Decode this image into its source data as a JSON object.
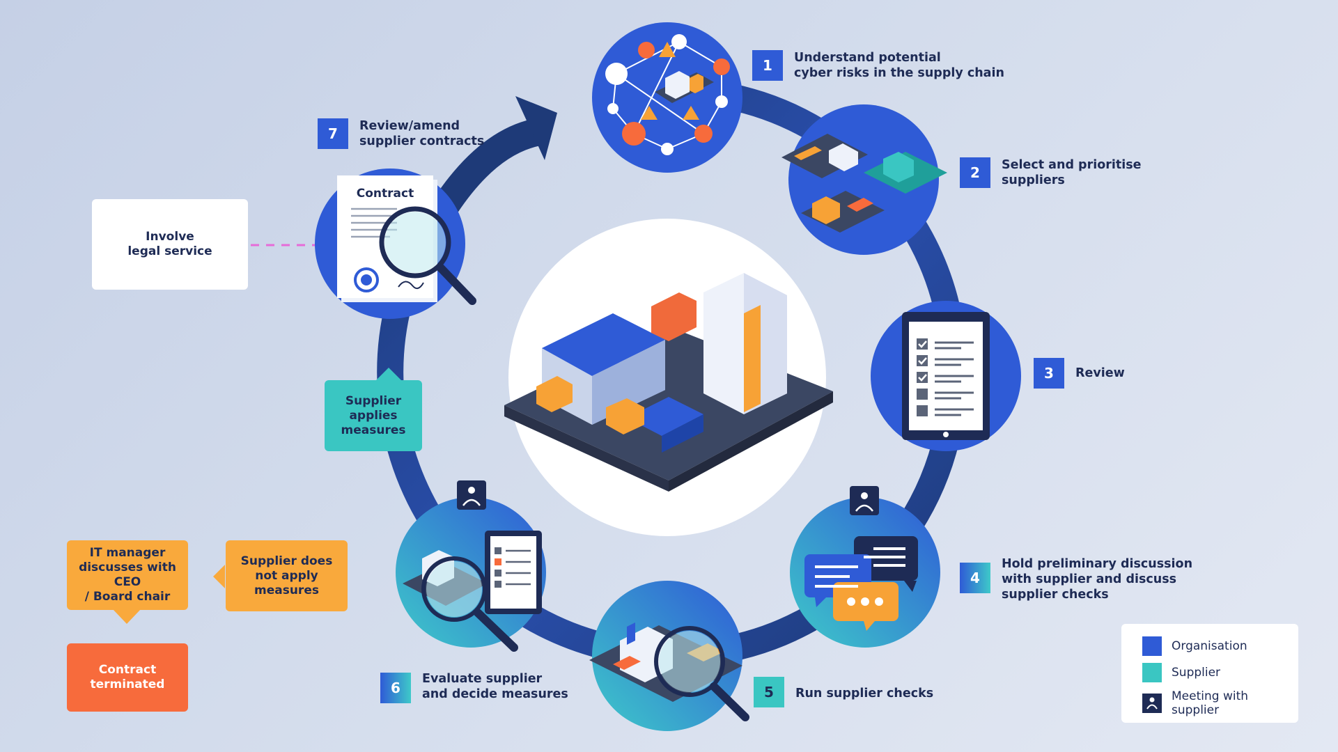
{
  "steps": [
    {
      "num": "1",
      "label": "Understand potential\ncyber risks in the supply chain"
    },
    {
      "num": "2",
      "label": "Select and prioritise\nsuppliers"
    },
    {
      "num": "3",
      "label": "Review"
    },
    {
      "num": "4",
      "label": "Hold preliminary discussion\nwith supplier and discuss\nsupplier checks"
    },
    {
      "num": "5",
      "label": "Run supplier checks"
    },
    {
      "num": "6",
      "label": "Evaluate supplier\nand decide measures"
    },
    {
      "num": "7",
      "label": "Review/amend\nsupplier contracts"
    }
  ],
  "contract_heading": "Contract",
  "boxes": {
    "legal": "Involve\nlegal service",
    "applies": "Supplier applies\nmeasures",
    "not_apply": "Supplier does\nnot apply\nmeasures",
    "it_manager": "IT manager\ndiscusses with CEO\n/ Board chair",
    "terminated": "Contract\nterminated"
  },
  "legend": {
    "organisation": "Organisation",
    "supplier": "Supplier",
    "meeting": "Meeting with supplier"
  },
  "colors": {
    "organisation": "#2f5bd6",
    "supplier": "#3ac6c2",
    "meeting": "#1e2b55",
    "ring": "#1e3a78",
    "orange": "#f9a93c",
    "red_orange": "#f76b3c"
  }
}
